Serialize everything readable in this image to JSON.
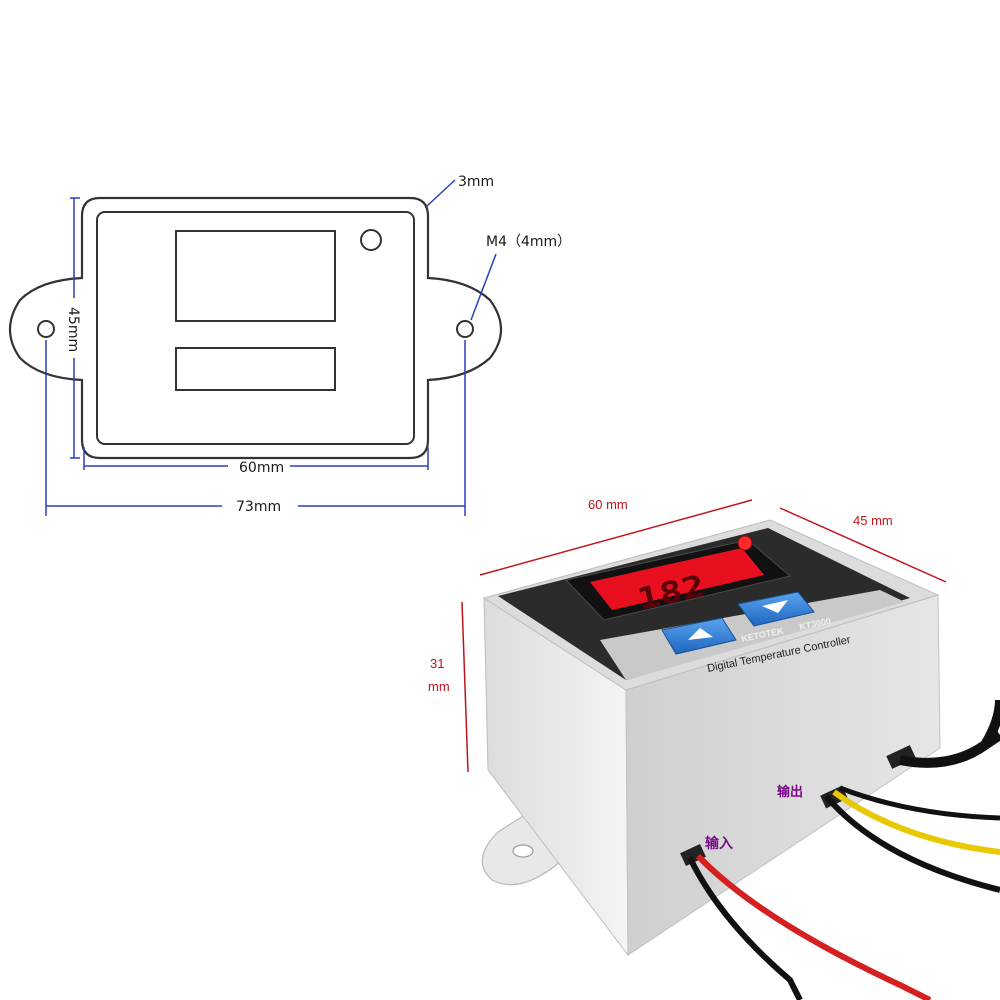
{
  "drawing": {
    "thickness_label": "3mm",
    "hole_label": "M4（4mm）",
    "height_label": "45mm",
    "inner_width_label": "60mm",
    "outer_width_label": "73mm"
  },
  "photo": {
    "width_label": "60 mm",
    "depth_label": "45 mm",
    "height_label_line1": "31",
    "height_label_line2": "mm",
    "display_value": "182",
    "brand": "KETOTEK",
    "model": "KT3000",
    "product_name": "Digital Temperature Controller",
    "input_label": "输入",
    "output_label": "输出"
  },
  "colors": {
    "drawing_line": "#333333",
    "dimension_line": "#2a3fbf",
    "dimension_text_red": "#c0141c",
    "display_red": "#e8101e",
    "button_blue": "#2f7fd6",
    "wire_red": "#d42020",
    "wire_yellow": "#e8c800",
    "wire_black": "#111111"
  }
}
